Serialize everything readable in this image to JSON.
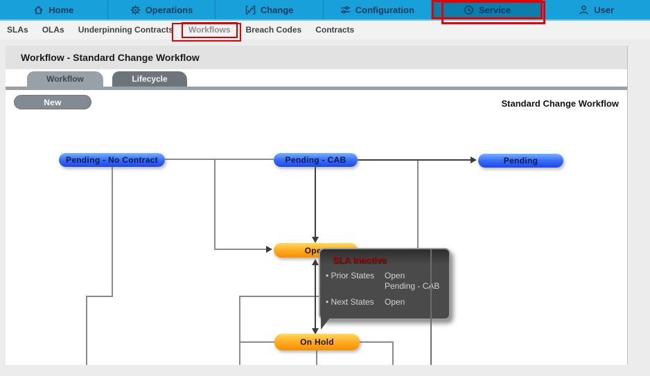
{
  "top_nav": {
    "items": [
      {
        "label": "Home"
      },
      {
        "label": "Operations"
      },
      {
        "label": "Change"
      },
      {
        "label": "Configuration"
      },
      {
        "label": "Service",
        "selected": true
      },
      {
        "label": "User"
      }
    ]
  },
  "sub_nav": {
    "items": [
      "SLAs",
      "OLAs",
      "Underpinning Contracts",
      "Workflows",
      "Breach Codes",
      "Contracts"
    ],
    "selected": "Workflows"
  },
  "page": {
    "title": "Workflow - Standard Change Workflow"
  },
  "tabs": {
    "items": [
      {
        "label": "Workflow",
        "active": true
      },
      {
        "label": "Lifecycle",
        "active": false
      }
    ]
  },
  "toolbar": {
    "new_label": "New",
    "workflow_name": "Standard Change Workflow"
  },
  "diagram": {
    "nodes": [
      {
        "id": "pending-no-contract",
        "label": "Pending - No Contract",
        "type": "blue"
      },
      {
        "id": "pending-cab",
        "label": "Pending - CAB",
        "type": "blue"
      },
      {
        "id": "pending",
        "label": "Pending",
        "type": "blue"
      },
      {
        "id": "open",
        "label": "Open",
        "type": "orange"
      },
      {
        "id": "on-hold",
        "label": "On Hold",
        "type": "orange"
      }
    ],
    "tooltip": {
      "title": "SLA Inactive",
      "bullet": "•",
      "rows": [
        {
          "label": "Prior States",
          "values": [
            "Open",
            "Pending - CAB"
          ]
        },
        {
          "label": "Next States",
          "values": [
            "Open"
          ]
        }
      ]
    }
  },
  "colors": {
    "top_bar": "#18a0da",
    "top_bar_selected": "#0d7dac",
    "annotation_red": "#e20404",
    "node_blue": "#3a6ef5",
    "node_orange": "#ffa81e",
    "tooltip_bg": "#4a4a4a",
    "tooltip_title_red": "#9c0a0a",
    "tab_active": "#99a1a8",
    "tab_inactive": "#6d757b"
  }
}
